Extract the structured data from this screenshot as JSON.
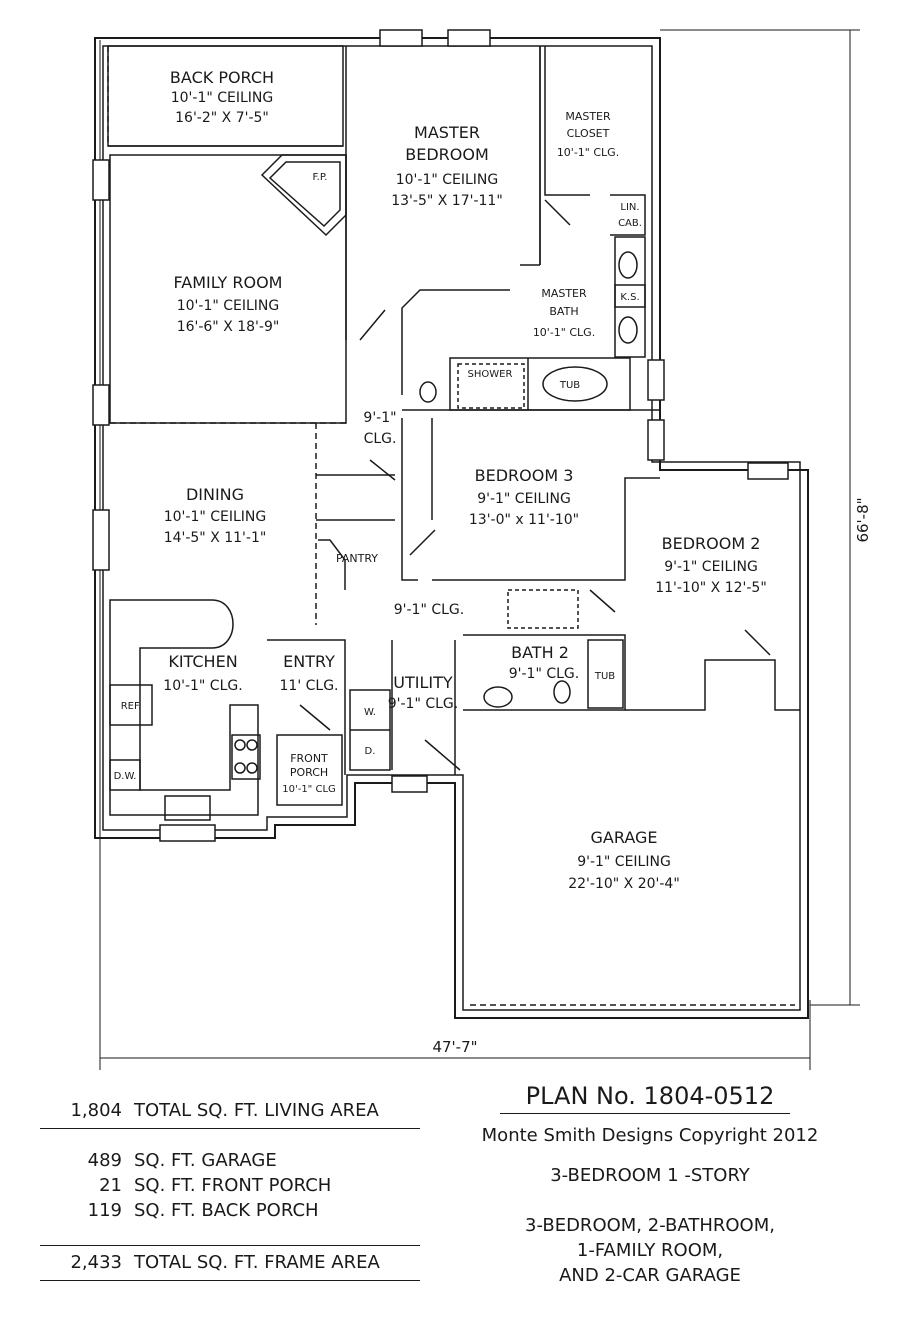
{
  "rooms": {
    "back_porch": {
      "name": "BACK PORCH",
      "ceiling": "10'-1\" CEILING",
      "size": "16'-2\" X 7'-5\""
    },
    "master_bedroom": {
      "name1": "MASTER",
      "name2": "BEDROOM",
      "ceiling": "10'-1\" CEILING",
      "size": "13'-5\" X 17'-11\""
    },
    "master_closet": {
      "name1": "MASTER",
      "name2": "CLOSET",
      "ceiling": "10'-1\" CLG."
    },
    "lin_cab": {
      "l1": "LIN.",
      "l2": "CAB."
    },
    "ks": "K.S.",
    "fp": "F.P.",
    "family_room": {
      "name": "FAMILY ROOM",
      "ceiling": "10'-1\" CEILING",
      "size": "16'-6\" X 18'-9\""
    },
    "master_bath": {
      "name1": "MASTER",
      "name2": "BATH",
      "ceiling": "10'-1\" CLG."
    },
    "shower": "SHOWER",
    "tub": "TUB",
    "hall_clg": {
      "l1": "9'-1\"",
      "l2": "CLG."
    },
    "bedroom3": {
      "name": "BEDROOM 3",
      "ceiling": "9'-1\" CEILING",
      "size": "13'-0\" x 11'-10\""
    },
    "dining": {
      "name": "DINING",
      "ceiling": "10'-1\" CEILING",
      "size": "14'-5\" X 11'-1\""
    },
    "pantry": "PANTRY",
    "bedroom2": {
      "name": "BEDROOM 2",
      "ceiling": "9'-1\" CEILING",
      "size": "11'-10\" X 12'-5\""
    },
    "hall2_clg": "9'-1\" CLG.",
    "kitchen": {
      "name": "KITCHEN",
      "ceiling": "10'-1\" CLG."
    },
    "entry": {
      "name": "ENTRY",
      "ceiling": "11' CLG."
    },
    "utility": {
      "name": "UTILITY",
      "ceiling": "9'-1\" CLG."
    },
    "bath2": {
      "name": "BATH 2",
      "ceiling": "9'-1\" CLG."
    },
    "tub2": "TUB",
    "ref": "REF.",
    "dw": "D.W.",
    "washer": "W.",
    "dryer": "D.",
    "front_porch": {
      "l1": "FRONT",
      "l2": "PORCH",
      "ceiling": "10'-1\" CLG"
    },
    "garage": {
      "name": "GARAGE",
      "ceiling": "9'-1\" CEILING",
      "size": "22'-10\" X 20'-4\""
    }
  },
  "dimensions": {
    "width": "47'-7\"",
    "depth": "66'-8\""
  },
  "stats": {
    "living": {
      "num": "1,804",
      "label": "TOTAL SQ. FT. LIVING AREA"
    },
    "garage": {
      "num": "489",
      "label": "SQ. FT. GARAGE"
    },
    "front_porch": {
      "num": "21",
      "label": "SQ. FT. FRONT PORCH"
    },
    "back_porch": {
      "num": "119",
      "label": "SQ. FT. BACK PORCH"
    },
    "frame": {
      "num": "2,433",
      "label": "TOTAL SQ. FT. FRAME AREA"
    }
  },
  "plan": {
    "number": "PLAN No. 1804-0512",
    "copyright": "Monte Smith Designs Copyright 2012",
    "summary": "3-BEDROOM  1 -STORY",
    "desc1": "3-BEDROOM, 2-BATHROOM,",
    "desc2": "1-FAMILY ROOM,",
    "desc3": "AND 2-CAR GARAGE"
  }
}
